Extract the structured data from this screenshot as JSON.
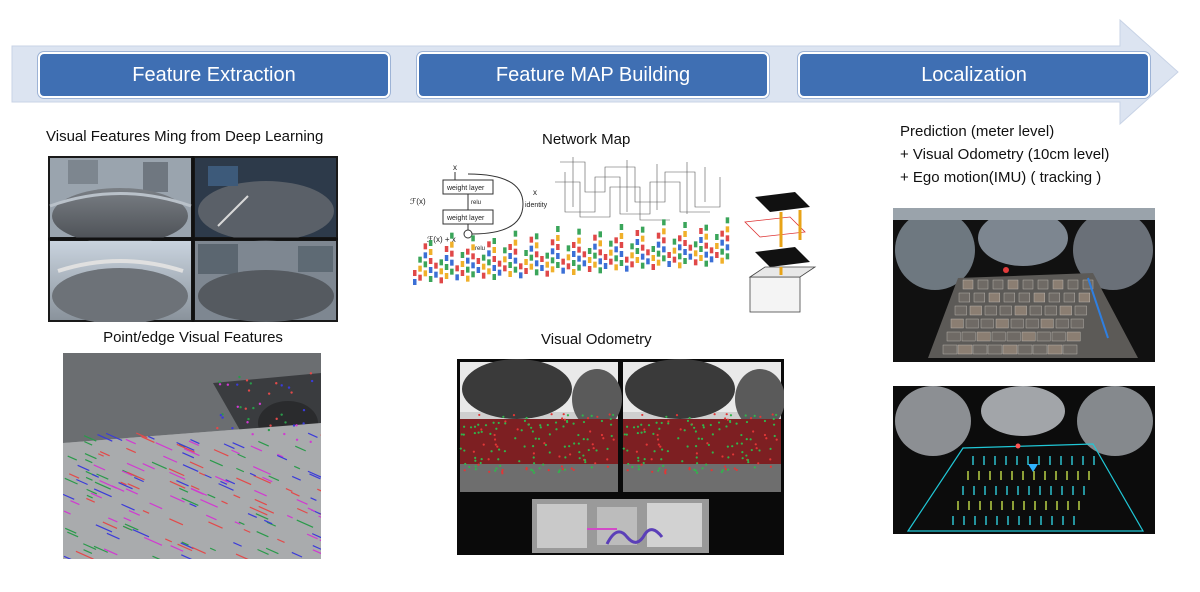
{
  "stages": [
    {
      "label": "Feature Extraction"
    },
    {
      "label": "Feature MAP Building"
    },
    {
      "label": "Localization"
    }
  ],
  "extraction": {
    "caption_top": "Visual Features Ming from Deep Learning",
    "caption_bottom": "Point/edge Visual Features"
  },
  "map_building": {
    "caption_top": "Network Map",
    "caption_bottom": "Visual Odometry",
    "network_labels": {
      "x_top": "x",
      "weight_layer_1": "weight layer",
      "relu_1": "relu",
      "weight_layer_2": "weight layer",
      "fx": "ℱ(x)",
      "fx_plus_x": "ℱ(x) + x",
      "identity": "identity",
      "x_side": "x",
      "relu_2": "relu"
    }
  },
  "localization": {
    "lines": [
      "Prediction (meter level)",
      "+ Visual Odometry (10cm level)",
      "+ Ego motion(IMU)  ( tracking )"
    ]
  },
  "colors": {
    "arrow": "#dce4f1",
    "stage_fill": "#3f6fb3"
  }
}
